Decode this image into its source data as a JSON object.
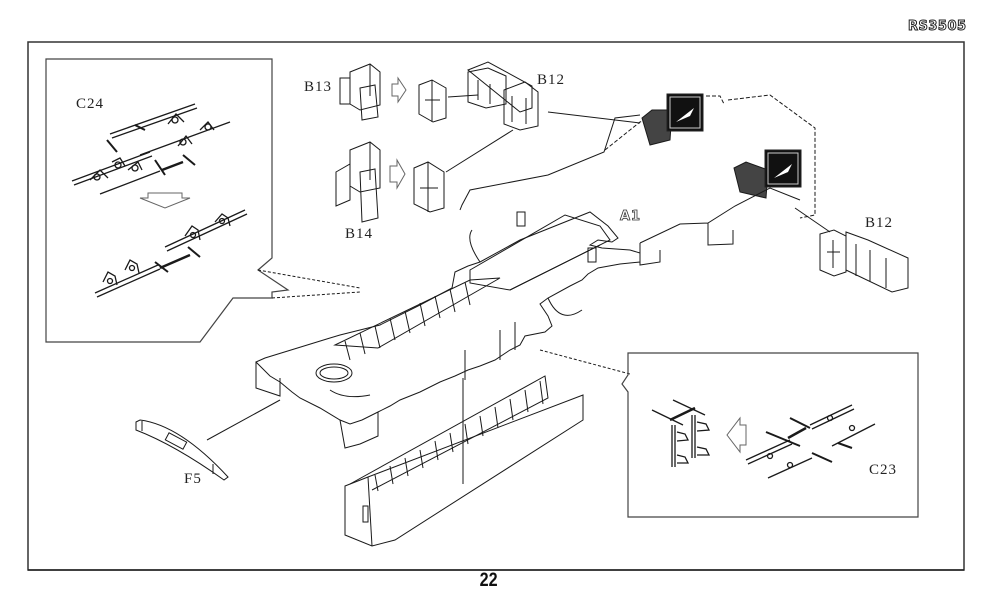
{
  "header": {
    "kit_code": "RS3505"
  },
  "footer": {
    "page_number": "22"
  },
  "parts": {
    "c24": "C24",
    "b13": "B13",
    "b12_top": "B12",
    "b14": "B14",
    "a1": "A1",
    "b12_right": "B12",
    "c23": "C23",
    "f5": "F5"
  },
  "callouts": [
    {
      "name": "c24-detail-box",
      "label": "C24",
      "steps": [
        "unfolded-fret",
        "folded-brackets"
      ]
    },
    {
      "name": "c23-detail-box",
      "label": "C23",
      "steps": [
        "unfolded-fret",
        "folded-brackets"
      ]
    }
  ],
  "sub_assemblies": [
    {
      "from": "B13",
      "to": "B12",
      "description": "fold into locker"
    },
    {
      "from": "B14",
      "to": "B12",
      "description": "fold into locker"
    }
  ],
  "colors": {
    "ink": "#1a1a1a",
    "paper": "#ffffff",
    "frame": "#333333"
  }
}
